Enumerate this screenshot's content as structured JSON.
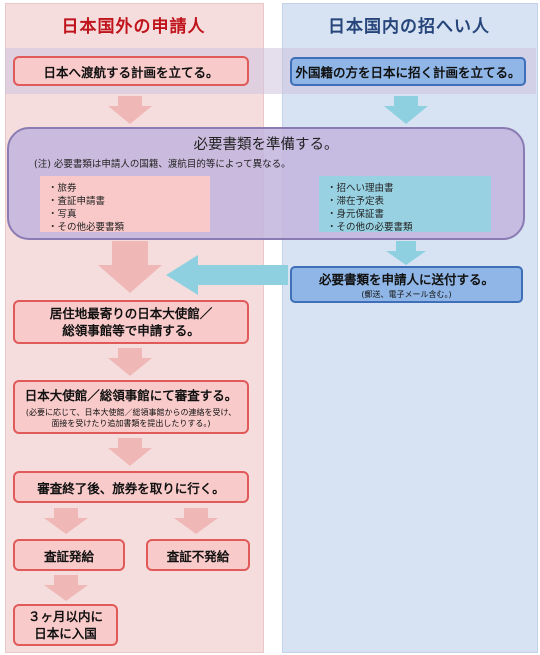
{
  "headers": {
    "left": "日本国外の申請人",
    "right": "日本国内の招へい人"
  },
  "left_plan": "日本へ渡航する計画を立てる。",
  "right_plan": "外国籍の方を日本に招く計画を立てる。",
  "documents": {
    "title": "必要書類を準備する。",
    "note": "(注) 必要書類は申請人の国籍、渡航目的等によって異なる。",
    "applicant_items": [
      "・旅券",
      "・査証申請書",
      "・写真",
      "・その他必要書類"
    ],
    "inviter_items": [
      "・招へい理由書",
      "・滞在予定表",
      "・身元保証書",
      "・その他の必要書類"
    ]
  },
  "send": {
    "label": "必要書類を申請人に送付する。",
    "note": "(郵送、電子メール含む。)"
  },
  "apply": {
    "line1": "居住地最寄りの日本大使館／",
    "line2": "総領事館等で申請する。"
  },
  "review": {
    "label": "日本大使館／総領事館にて審査する。",
    "note_line1": "(必要に応じて、日本大使館／総領事館からの連絡を受け、",
    "note_line2": "面接を受けたり追加書類を提出したりする。)"
  },
  "pickup": "審査終了後、旅券を取りに行く。",
  "visa_issued": "査証発給",
  "visa_denied": "査証不発給",
  "entry": {
    "line1": "３ヶ月以内に",
    "line2": "日本に入国"
  },
  "colors": {
    "left_panel": "#f6dddd",
    "right_panel": "#d7e2f2",
    "left_header": "#c0141c",
    "right_header": "#26457a",
    "pink_box": "#f9caca",
    "pink_border": "#e05a5a",
    "blue_box": "#8fb6e6",
    "blue_border": "#3e6fb8",
    "purple_box": "#c4b6de",
    "arrow_pink": "#f0b7b7",
    "arrow_teal": "#8ed0e0"
  }
}
